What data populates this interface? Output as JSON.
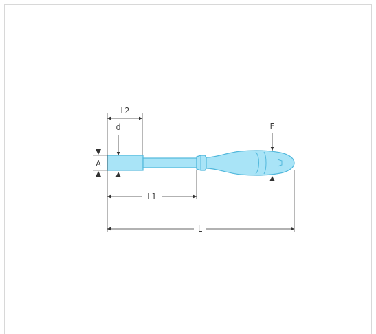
{
  "labels": {
    "overall_length": "L",
    "blade_length": "L1",
    "socket_length": "L2",
    "socket_depth": "d",
    "across_flats": "A",
    "handle_diameter": "E"
  },
  "colors": {
    "tool_fill": "#a9e4f7",
    "tool_outline": "#52b8dc",
    "dimension_line": "#333333"
  }
}
